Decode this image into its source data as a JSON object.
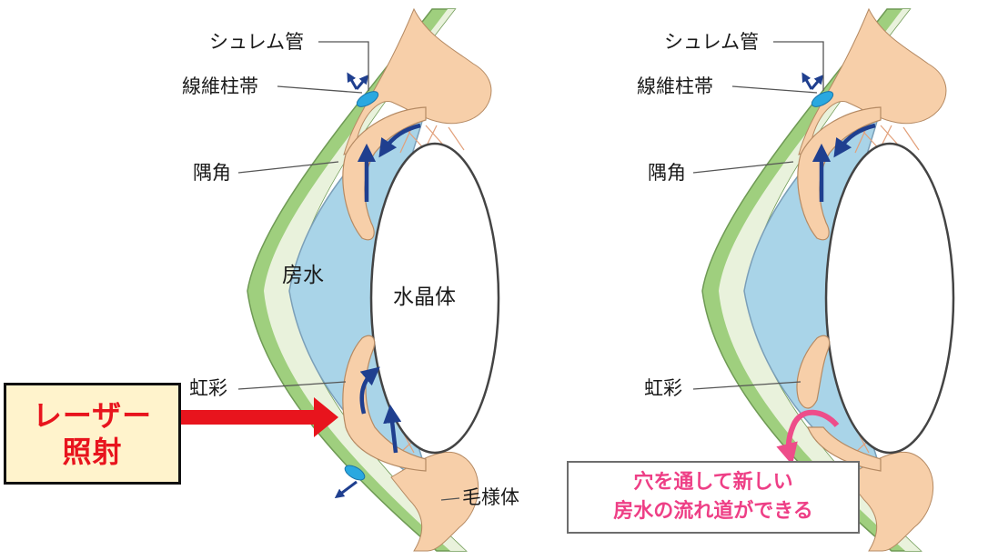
{
  "left_eye": {
    "labels": {
      "schlemm_canal": "シュレム管",
      "trabecular_meshwork": "線維柱帯",
      "angle": "隅角",
      "aqueous_humor": "房水",
      "lens": "水晶体",
      "iris": "虹彩",
      "ciliary_body": "毛様体"
    }
  },
  "right_eye": {
    "labels": {
      "schlemm_canal": "シュレム管",
      "trabecular_meshwork": "線維柱帯",
      "angle": "隅角",
      "iris": "虹彩"
    }
  },
  "laser_box": {
    "line1": "レーザー",
    "line2": "照射"
  },
  "note_box": {
    "line1": "穴を通して新しい",
    "line2": "房水の流れ道ができる"
  },
  "colors": {
    "aqueous": "#a9d4e8",
    "tissue": "#f7cfa9",
    "sclera_green": "#9fcf7e",
    "sclera_inner": "#e9f2dc",
    "flow_arrow": "#1f3f8f",
    "laser_arrow": "#e8141d",
    "note_text": "#ee3f86"
  }
}
